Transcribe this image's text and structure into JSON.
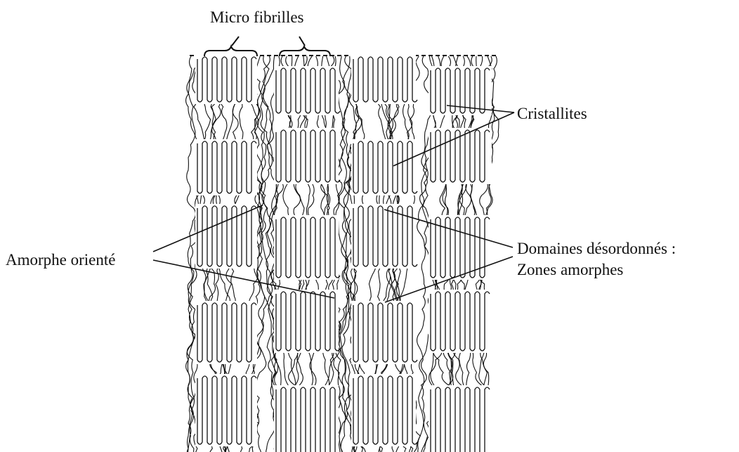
{
  "labels": {
    "micro_fibrilles": "Micro fibrilles",
    "cristallites": "Cristallites",
    "amorphe_oriente": "Amorphe orienté",
    "domaines_line1": "Domaines désordonnés :",
    "domaines_line2": "Zones amorphes"
  },
  "colors": {
    "ink": "#111111",
    "background": "#ffffff"
  }
}
